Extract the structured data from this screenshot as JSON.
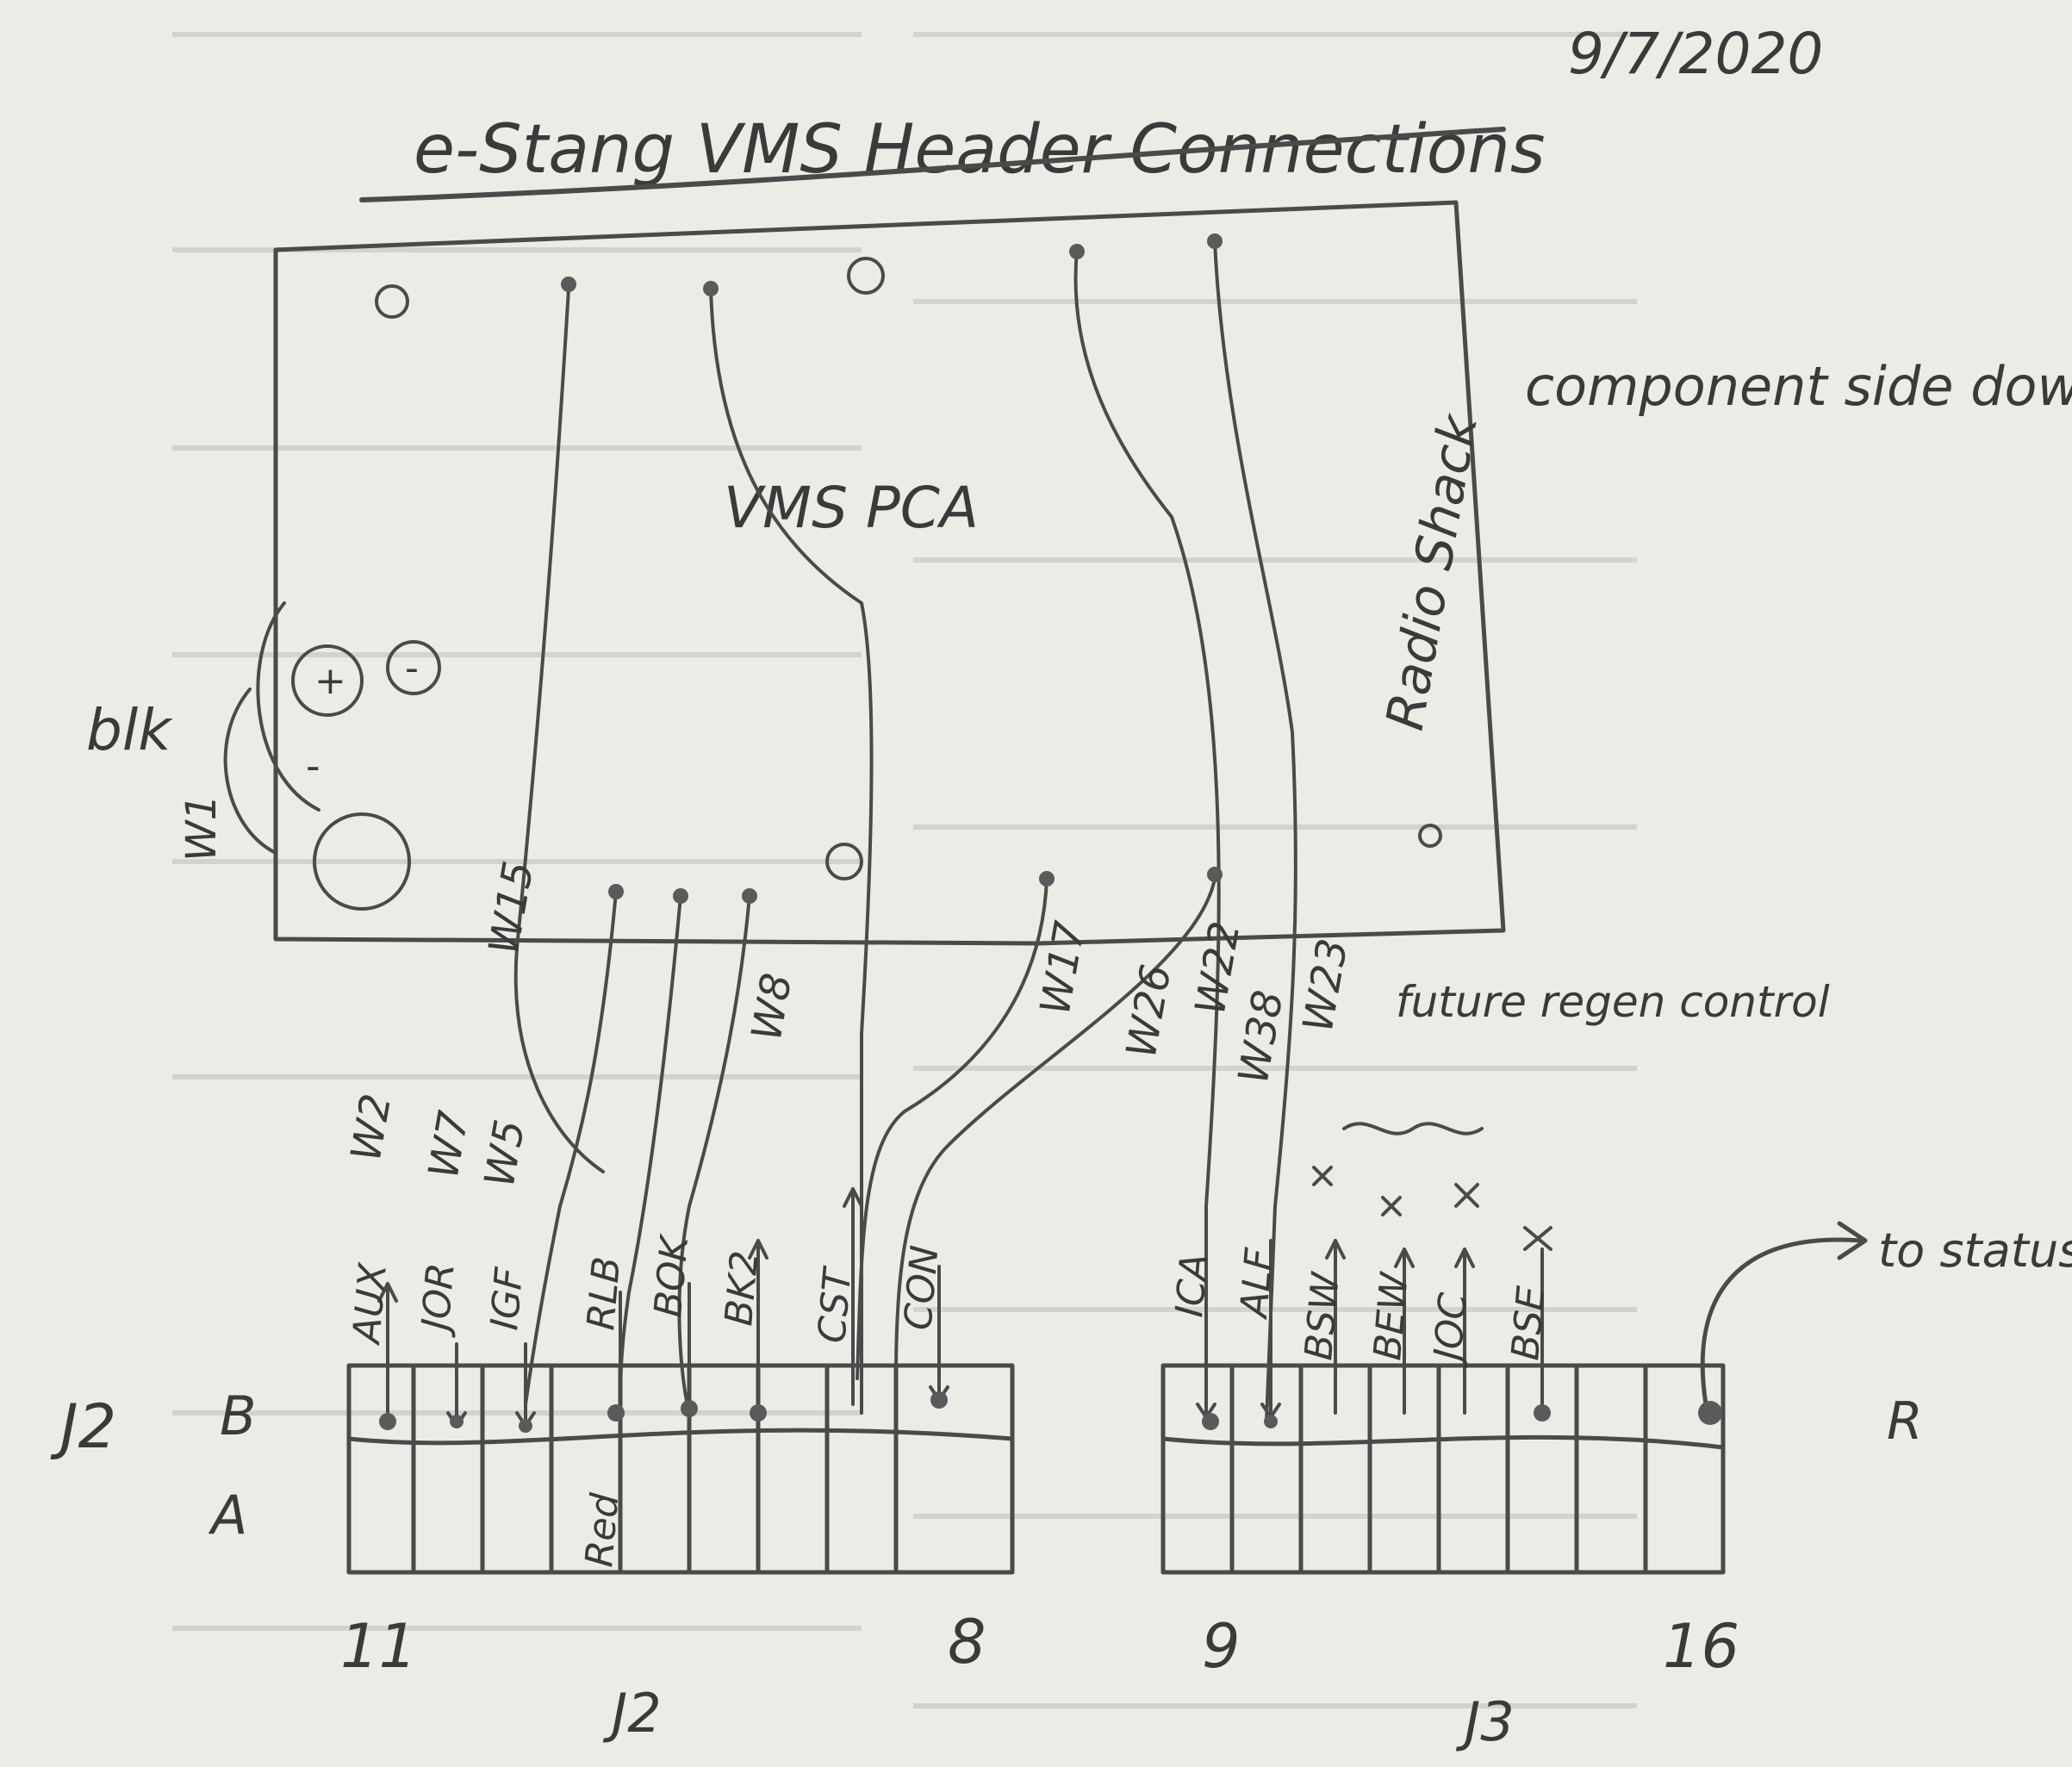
{
  "title": "e-Stang VMS Header Connections",
  "date": "9/7/2020",
  "board": {
    "label": "VMS PCA",
    "side_note": "component side down",
    "radio_label": "Radio Shack",
    "future_note": "future regen control"
  },
  "bulbs": {
    "plus": "+",
    "minus": "-",
    "side_minus": "-",
    "side_label": "blk"
  },
  "wires": [
    {
      "id": "w1",
      "label": "W1"
    },
    {
      "id": "w15",
      "label": "W15"
    },
    {
      "id": "w2",
      "label": "W2"
    },
    {
      "id": "w7",
      "label": "W7"
    },
    {
      "id": "w5",
      "label": "W5"
    },
    {
      "id": "w8",
      "label": "W8"
    },
    {
      "id": "w17",
      "label": "W17"
    },
    {
      "id": "w26",
      "label": "W26"
    },
    {
      "id": "w22",
      "label": "W22"
    },
    {
      "id": "w38",
      "label": "W38"
    },
    {
      "id": "w23",
      "label": "W23"
    }
  ],
  "signals": {
    "j2": [
      "AUX",
      "JOR",
      "IGF",
      "RLB",
      "BOK",
      "BK2",
      "CST",
      "CON"
    ],
    "j3": [
      "ICA",
      "ALF",
      "BSW",
      "BEW",
      "JOC",
      "BSE"
    ]
  },
  "row_b": "B",
  "row_a": "A",
  "red_mark": "Red",
  "connectors": {
    "j2": {
      "name": "J2",
      "underline": "J2",
      "pin_left": "11",
      "pin_right": "8"
    },
    "j3": {
      "name": "J3",
      "pin_left": "9",
      "pin_right": "16"
    }
  },
  "status_note": "to status PCA",
  "right_mark": "R"
}
